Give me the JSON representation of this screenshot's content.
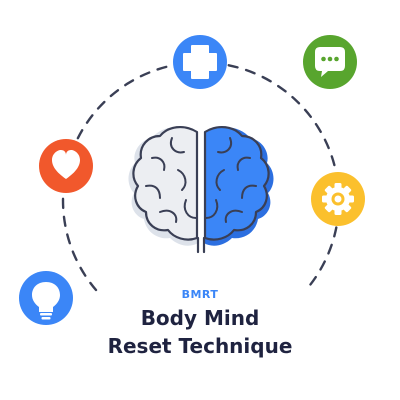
{
  "graphic": {
    "abbreviation": "BMRT",
    "title_line1": "Body Mind",
    "title_line2": "Reset Technique"
  },
  "icons": {
    "center": "brain-icon",
    "top": "medical-cross-icon",
    "top_right": "chat-bubble-icon",
    "right": "gear-icon",
    "left": "heart-icon",
    "bottom_left": "lightbulb-icon"
  },
  "colors": {
    "blue": "#3b86f7",
    "green": "#58a52e",
    "yellow": "#fbc02d",
    "orange_red": "#f1582c",
    "navy_text": "#1f2340",
    "accent_text": "#3b86f7",
    "dash_ring": "#3a3f55",
    "brain_left_fill": "#e6e9ef",
    "brain_outline": "#3a3f55"
  }
}
